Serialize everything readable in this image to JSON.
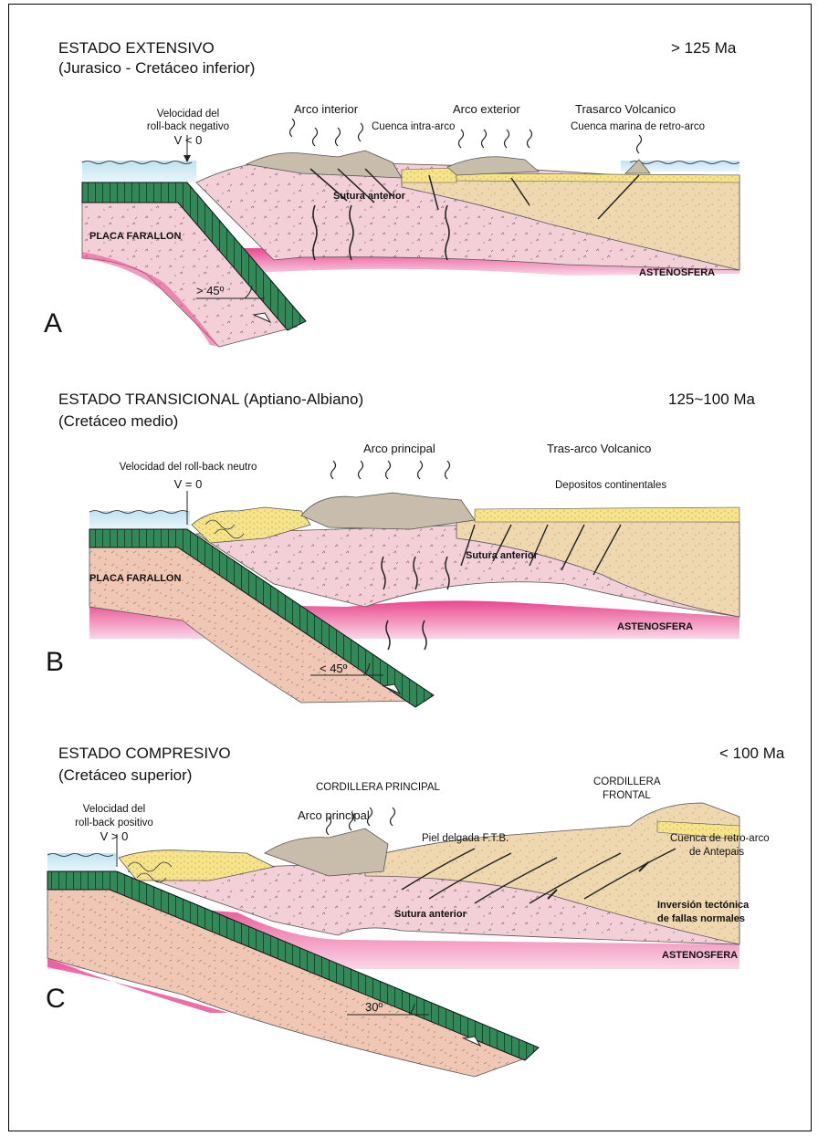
{
  "panels": [
    {
      "letter": "A",
      "state": "ESTADO EXTENSIVO",
      "period": "(Jurasico - Cretáceo inferior)",
      "age": "> 125 Ma",
      "rollback": [
        "Velocidad del",
        "roll-back negativo",
        "V < 0"
      ],
      "angle": "> 45º",
      "labels": {
        "arco_interior": "Arco interior",
        "arco_exterior": "Arco exterior",
        "cuenca_intra": "Cuenca intra-arco",
        "trasarco": "Trasarco Volcanico",
        "cuenca_marina": "Cuenca marina de retro-arco",
        "sutura": "Sutura anterior",
        "placa": "PLACA FARALLON",
        "astenosfera": "ASTENOSFERA"
      }
    },
    {
      "letter": "B",
      "state": "ESTADO TRANSICIONAL (Aptiano-Albiano)",
      "period": "(Cretáceo medio)",
      "age": "125~100 Ma",
      "rollback": [
        "Velocidad del roll-back neutro",
        "V = 0"
      ],
      "angle": "< 45º",
      "labels": {
        "arco_principal": "Arco principal",
        "tras_arco": "Tras-arco Volcanico",
        "depositos": "Depositos continentales",
        "sutura": "Sutura anterior",
        "placa": "PLACA FARALLON",
        "astenosfera": "ASTENOSFERA"
      }
    },
    {
      "letter": "C",
      "state": "ESTADO COMPRESIVO",
      "period": "(Cretáceo superior)",
      "age": "< 100 Ma",
      "rollback": [
        "Velocidad del",
        "roll-back positivo",
        "V > 0"
      ],
      "angle": "30º",
      "labels": {
        "cordillera_principal": "CORDILLERA PRINCIPAL",
        "cordillera_frontal_1": "CORDILLERA",
        "cordillera_frontal_2": "FRONTAL",
        "arco_principal": "Arco principal",
        "piel": "Piel delgada F.T.B.",
        "cuenca_retro_1": "Cuenca de retro-arco",
        "cuenca_retro_2": "de Antepais",
        "sutura": "Sutura anterior",
        "inversion_1": "Inversión tectónica",
        "inversion_2": "de fallas normales",
        "astenosfera": "ASTENOSFERA"
      }
    }
  ],
  "colors": {
    "plate_green": "#2f8a57",
    "mantle_pink": "#f3cfd8",
    "crust_tan": "#efd7b0",
    "sediment_yellow": "#f7e48a",
    "arc_gray": "#c8bdaa",
    "asthenosphere_magenta": "#e8488e",
    "ocean_blue": "#bfe2f2",
    "slab_salmon": "#f0c7b5"
  }
}
